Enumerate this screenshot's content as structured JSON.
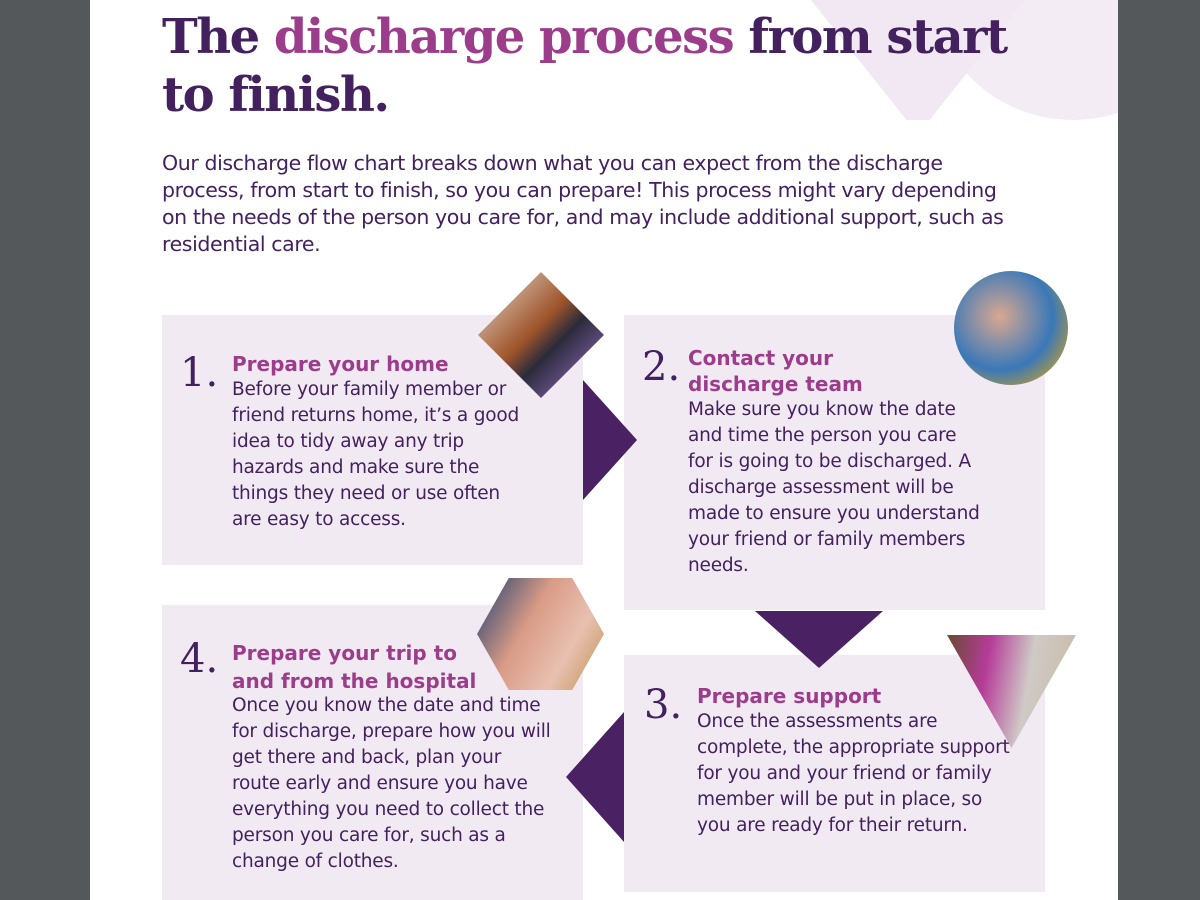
{
  "title": {
    "part1": "The ",
    "highlight": "discharge process",
    "part2": " from start to finish."
  },
  "intro": "Our discharge flow chart breaks down what you can expect from the discharge process, from start to finish, so you can prepare! This process might vary depending on the needs of the person you care for, and may include additional support, such as residential care.",
  "steps": [
    {
      "number": "1.",
      "title": "Prepare your home",
      "body": "Before your family member or friend returns home, it’s a good idea to tidy away any trip hazards and make sure the things they need or use often are easy to access."
    },
    {
      "number": "2.",
      "title": "Contact your discharge team",
      "body": "Make sure you know the date and time the person you care for is going to be discharged. A discharge assessment will be made to ensure you understand your friend or family members needs."
    },
    {
      "number": "3.",
      "title": "Prepare support",
      "body": "Once the assessments are complete, the appropriate support for you and your friend or family member will be put in place, so you are ready for their return."
    },
    {
      "number": "4.",
      "title": "Prepare your trip to and from the hospital",
      "body": "Once you know the date and time for discharge, prepare how you will get there and back, plan your route early and ensure you have everything you need to collect the person you care for, such as a change of clothes."
    }
  ],
  "colors": {
    "dark": "#43205e",
    "accent": "#9c3d8c",
    "card": "#f2eaf3",
    "viewer_bg": "#54585b"
  }
}
